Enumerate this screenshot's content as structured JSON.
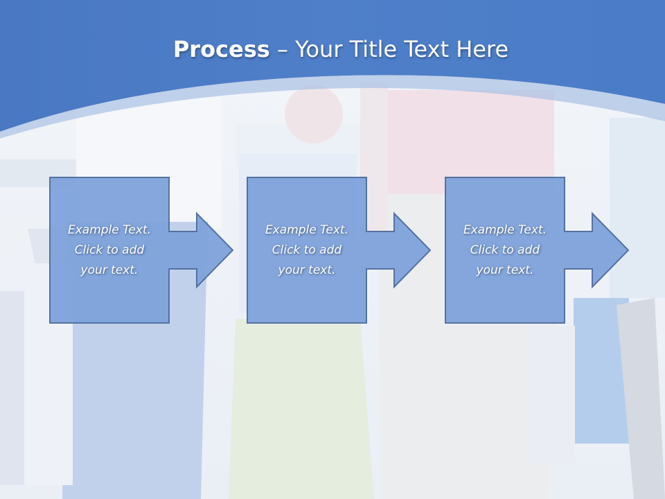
{
  "title": {
    "bold": "Process",
    "rest": " – Your Title Text Here"
  },
  "steps": [
    {
      "lines": [
        "Example Text.",
        "Click  to add",
        "your text."
      ]
    },
    {
      "lines": [
        "Example Text.",
        "Click  to add",
        "your text."
      ]
    },
    {
      "lines": [
        "Example Text.",
        "Click  to add",
        "your text."
      ]
    }
  ],
  "colors": {
    "header_blue": "#4a7cc7",
    "box_fill": "#7fa3dc",
    "box_border": "#4d6c9c",
    "title_text": "#ffffff"
  }
}
